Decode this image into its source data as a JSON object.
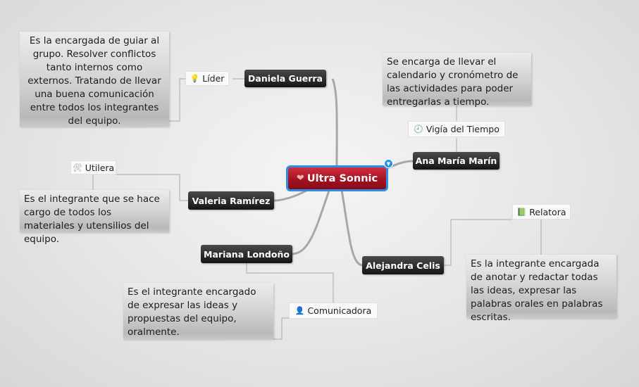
{
  "central": {
    "title": "Ultra Sonnic",
    "icon": "heart-icon",
    "accent": "#a0101e",
    "border": "#2d8ee8"
  },
  "branches": [
    {
      "name": "Daniela Guerra",
      "role": "Líder",
      "role_icon": "lightbulb-icon",
      "note": "Es la encargada de guiar al grupo. Resolver conflictos tanto internos como externos. Tratando de llevar una buena comunicación entre todos los integrantes del equipo."
    },
    {
      "name": "Ana María Marín",
      "role": "Vigía del Tiempo",
      "role_icon": "clock-icon",
      "note": "Se encarga de llevar el calendario y cronómetro de las actividades para poder entregarlas a tiempo."
    },
    {
      "name": "Valeria Ramírez",
      "role": "Utilera",
      "role_icon": "tools-icon",
      "note": "Es el integrante que se hace cargo de todos los materiales y utensilios del equipo."
    },
    {
      "name": "Mariana Londoño",
      "role": "Comunicadora",
      "role_icon": "user-icon",
      "note": "Es el integrante encargado de expresar las ideas y propuestas del equipo, oralmente."
    },
    {
      "name": "Alejandra Celis",
      "role": "Relatora",
      "role_icon": "book-icon",
      "note": "Es la integrante encargada de anotar y redactar todas las ideas, expresar las palabras orales en palabras escritas."
    }
  ]
}
